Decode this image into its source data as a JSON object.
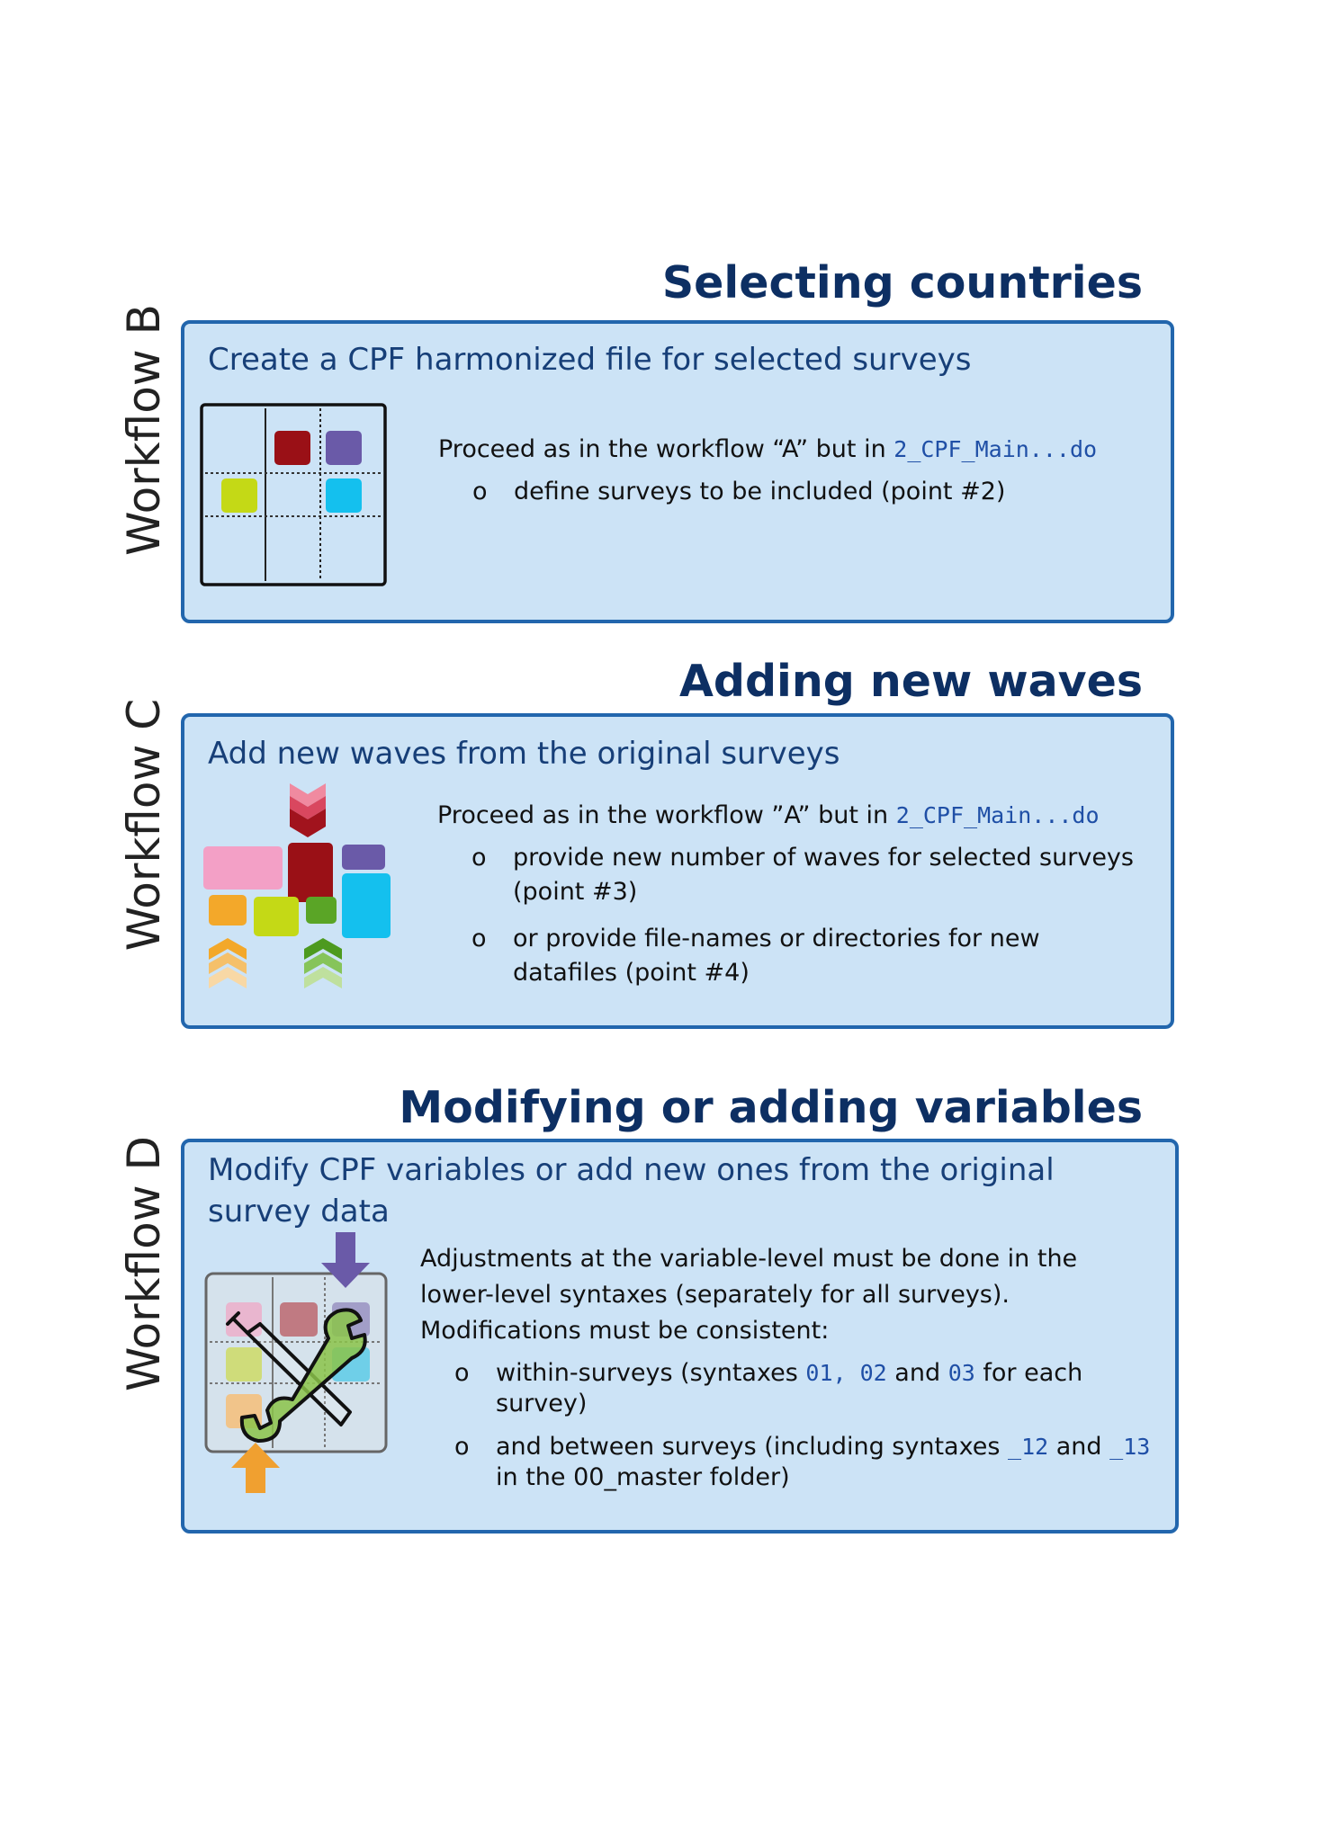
{
  "sections": [
    {
      "heading": "Selecting countries",
      "workflow_label": "Workflow B",
      "panel_title": "Create a CPF harmonized file for selected surveys",
      "intro_before": "Proceed as in the workflow “A” but in",
      "intro_code": "2_CPF_Main...do",
      "bullets": [
        {
          "marker": "o",
          "text": "define surveys to be included (point #2)"
        }
      ],
      "icon": "grid-selection-icon"
    },
    {
      "heading": "Adding new waves",
      "workflow_label": "Workflow C",
      "panel_title": "Add new waves from the original surveys",
      "intro_before": "Proceed as in the workflow ”A” but in",
      "intro_code": "2_CPF_Main...do",
      "bullets": [
        {
          "marker": "o",
          "text": "provide new number of waves for selected surveys (point #3)"
        },
        {
          "marker": "o",
          "text": "or provide file-names or directories for new datafiles (point #4)"
        }
      ],
      "icon": "stacked-waves-icon"
    },
    {
      "heading": "Modifying or adding variables",
      "workflow_label": "Workflow D",
      "panel_title": "Modify CPF variables or add new ones from the original survey data",
      "intro": "Adjustments at the variable-level must be done in the lower-level syntaxes (separately for all surveys). Modifications must be consistent:",
      "bullet1": {
        "marker": "o",
        "before": "within-surveys (syntaxes",
        "code1": "01, 02",
        "mid": "and",
        "code2": "03",
        "after": "for each survey)"
      },
      "bullet2": {
        "marker": "o",
        "before": "and between surveys (including syntaxes",
        "code1": "_12",
        "mid": "and",
        "code2": "_13",
        "after": "in the 00_master folder)"
      },
      "icon": "wrench-screwdriver-grid-icon"
    }
  ],
  "colors": {
    "heading": "#0d2f63",
    "panel_bg": "#cce3f6",
    "panel_border": "#2266ad",
    "code": "#1f4fa6"
  }
}
